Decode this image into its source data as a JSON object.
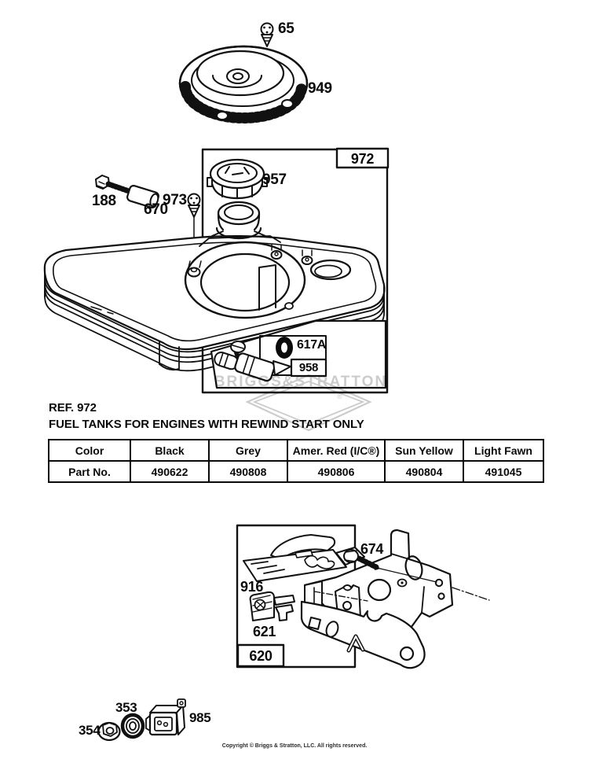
{
  "page": {
    "copyright": "Copyright © Briggs & Stratton, LLC. All rights reserved."
  },
  "watermark": {
    "brand": "BRIGGS&STRATTON",
    "registered": "®",
    "color": "#bfbfbf"
  },
  "section": {
    "ref": "REF. 972",
    "title": "FUEL TANKS FOR ENGINES WITH REWIND START ONLY"
  },
  "table": {
    "header_row": [
      "Color",
      "Black",
      "Grey",
      "Amer. Red (I/C®)",
      "Sun Yellow",
      "Light Fawn"
    ],
    "part_row": [
      "Part No.",
      "490622",
      "490808",
      "490806",
      "490804",
      "491045"
    ]
  },
  "callouts": {
    "screw_65": "65",
    "blower_housing_949": "949",
    "group_972": "972",
    "fuel_cap_957": "957",
    "screw_188": "188",
    "spacer_670": "670",
    "screw_973": "973",
    "o_ring_617a": "617A",
    "fuel_valve_958": "958",
    "bracket_screw_674": "674",
    "control_plate_916": "916",
    "clip_621": "621",
    "group_620": "620",
    "washer_353": "353",
    "nut_354": "354",
    "stop_switch_985": "985"
  }
}
